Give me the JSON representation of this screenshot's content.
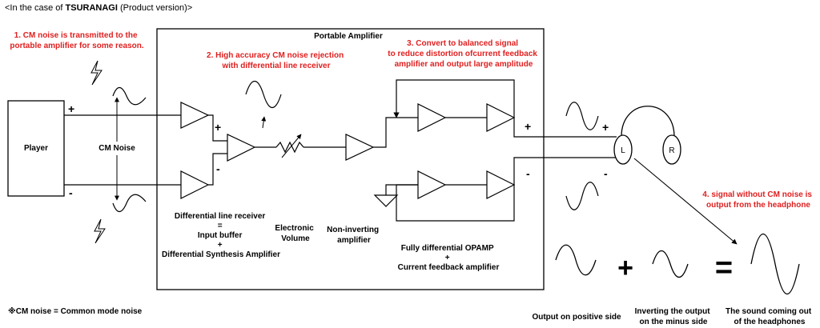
{
  "header": {
    "title_prefix": "<In the case of ",
    "title_bold": "TSURANAGI",
    "title_suffix": " (Product version)>"
  },
  "box": {
    "title": "Portable Amplifier"
  },
  "player": {
    "label": "Player"
  },
  "cm_noise_label": "CM Noise",
  "notes": {
    "note1": [
      "1. CM noise is transmitted to the",
      "portable amplifier for some reason."
    ],
    "note2": [
      "2. High accuracy CM noise rejection",
      "with differential line receiver"
    ],
    "note3": [
      "3. Convert to balanced signal",
      "to reduce distortion ofcurrent feedback",
      "amplifier and output large amplitude"
    ],
    "note4": [
      "4. signal without CM noise is",
      "output from the headphone"
    ]
  },
  "labels": {
    "receiver": [
      "Differential line receiver",
      "=",
      "Input buffer",
      "+",
      "Differential Synthesis Amplifier"
    ],
    "volume": [
      "Electronic",
      "Volume"
    ],
    "noninv": [
      "Non-inverting",
      "amplifier"
    ],
    "opamp": [
      "Fully differential OPAMP",
      "+",
      "Current feedback amplifier"
    ]
  },
  "signs": {
    "plus": "+",
    "minus": "-"
  },
  "headphone": {
    "left": "L",
    "right": "R"
  },
  "footnote": "※CM noise = Common mode noise",
  "equation": {
    "plus": "+",
    "equals": "=",
    "captions": {
      "positive": [
        "Output on positive side"
      ],
      "inverting": [
        "Inverting the output",
        "on the minus side"
      ],
      "sound": [
        "The sound coming out",
        "of the headphones"
      ]
    }
  },
  "colors": {
    "accent_red": "#e02020",
    "line": "#000000"
  }
}
